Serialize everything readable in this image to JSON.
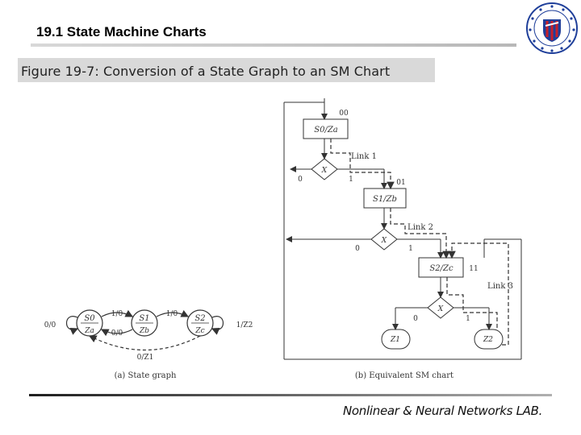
{
  "slide": {
    "title": "19.1  State Machine Charts",
    "figure_label": "Figure 19-7:  Conversion of a State Graph to an SM Chart",
    "footer": "Nonlinear & Neural Networks LAB."
  },
  "logo": {
    "icon": "university-seal",
    "colors": {
      "blue": "#1f3f9a",
      "red": "#c8202a"
    }
  },
  "state_graph": {
    "caption": "(a) State graph",
    "states": [
      {
        "name": "S0",
        "output": "Za"
      },
      {
        "name": "S1",
        "output": "Zb"
      },
      {
        "name": "S2",
        "output": "Zc"
      }
    ],
    "transitions": [
      "0/0",
      "1/0",
      "1/0",
      "0/0",
      "1/Z2",
      "0/Z1"
    ]
  },
  "sm_chart": {
    "caption": "(b) Equivalent SM chart",
    "entry_code": "00",
    "states": [
      {
        "box": "S0/Za",
        "code": "00"
      },
      {
        "box": "S1/Zb",
        "code": "01"
      },
      {
        "box": "S2/Zc",
        "code": "11"
      }
    ],
    "decisions": [
      "X",
      "X",
      "X"
    ],
    "branch_labels": [
      "0",
      "1",
      "0",
      "1",
      "0",
      "1"
    ],
    "links": [
      "Link 1",
      "Link 2",
      "Link 3"
    ],
    "outputs": [
      "Z1",
      "Z2"
    ]
  }
}
